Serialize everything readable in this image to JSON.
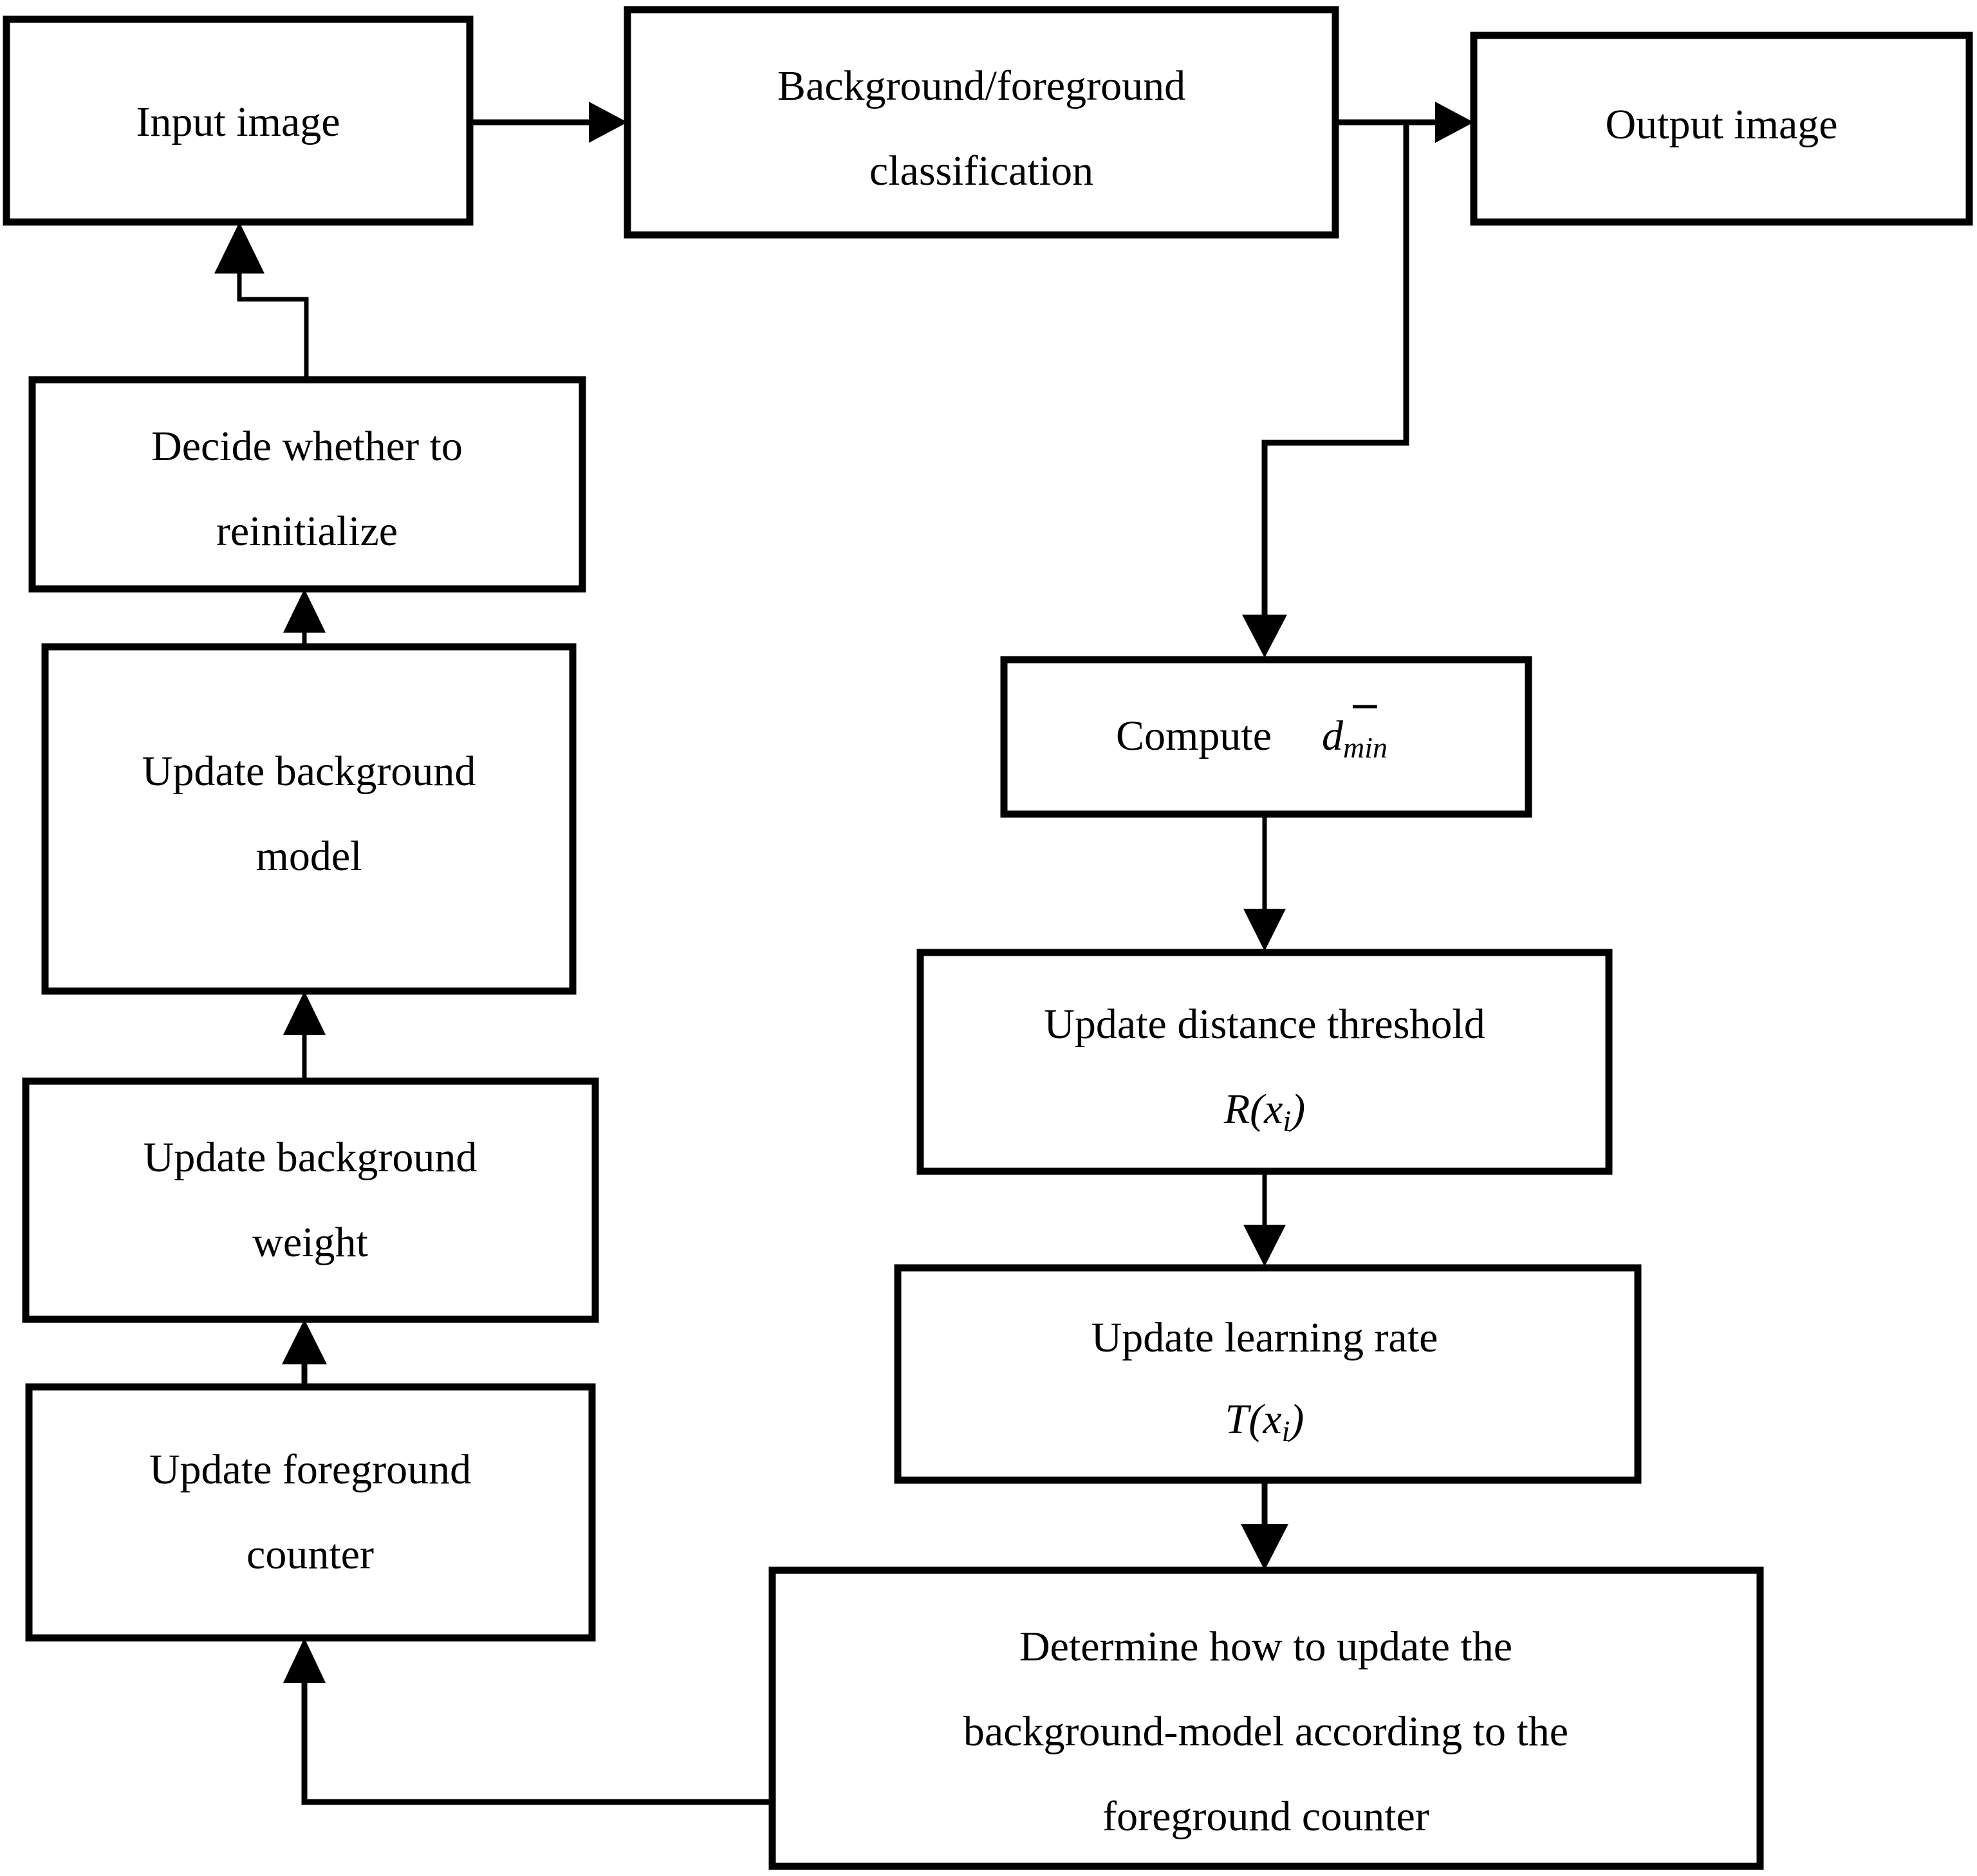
{
  "diagram": {
    "title": "Background subtraction algorithm flowchart",
    "type": "flowchart",
    "background_color": "#ffffff",
    "line_color": "#000000",
    "nodes": [
      {
        "id": "input-image",
        "label": "Input image",
        "lines": [
          "Input image"
        ]
      },
      {
        "id": "bg-fg-classification",
        "label": "Background/foreground classification",
        "lines": [
          "Background/foreground",
          "classification"
        ]
      },
      {
        "id": "output-image",
        "label": "Output image",
        "lines": [
          "Output image"
        ]
      },
      {
        "id": "decide-reinitialize",
        "label": "Decide whether to reinitialize",
        "lines": [
          "Decide whether to",
          "reinitialize"
        ]
      },
      {
        "id": "update-background-model",
        "label": "Update background model",
        "lines": [
          "Update background",
          "model"
        ]
      },
      {
        "id": "update-background-weight",
        "label": "Update background weight",
        "lines": [
          "Update background",
          "weight"
        ]
      },
      {
        "id": "update-foreground-counter",
        "label": "Update foreground counter",
        "lines": [
          "Update foreground",
          "counter"
        ]
      },
      {
        "id": "compute-dmin",
        "label": "Compute d̄min",
        "lines": [
          "Compute"
        ],
        "formula": "d̄_min"
      },
      {
        "id": "update-distance-threshold",
        "label": "Update distance threshold R(xi)",
        "lines": [
          "Update distance threshold"
        ],
        "formula": "R(x_i)"
      },
      {
        "id": "update-learning-rate",
        "label": "Update learning rate T(xi)",
        "lines": [
          "Update learning rate"
        ],
        "formula": "T(x_i)"
      },
      {
        "id": "determine-update-rule",
        "label": "Determine how to update the background-model according to the foreground counter",
        "lines": [
          "Determine how to update the",
          "background-model according to the",
          "foreground counter"
        ]
      }
    ],
    "edges": [
      {
        "from": "input-image",
        "to": "bg-fg-classification"
      },
      {
        "from": "bg-fg-classification",
        "to": "output-image"
      },
      {
        "from": "bg-fg-classification",
        "to": "compute-dmin"
      },
      {
        "from": "compute-dmin",
        "to": "update-distance-threshold"
      },
      {
        "from": "update-distance-threshold",
        "to": "update-learning-rate"
      },
      {
        "from": "update-learning-rate",
        "to": "determine-update-rule"
      },
      {
        "from": "determine-update-rule",
        "to": "update-foreground-counter"
      },
      {
        "from": "update-foreground-counter",
        "to": "update-background-weight"
      },
      {
        "from": "update-background-weight",
        "to": "update-background-model"
      },
      {
        "from": "update-background-model",
        "to": "decide-reinitialize"
      },
      {
        "from": "decide-reinitialize",
        "to": "input-image"
      }
    ]
  },
  "labels": {
    "input_image": "Input image",
    "classification_l1": "Background/foreground",
    "classification_l2": "classification",
    "output_image": "Output image",
    "decide_l1": "Decide whether to",
    "decide_l2": "reinitialize",
    "bgmodel_l1": "Update background",
    "bgmodel_l2": "model",
    "bgweight_l1": "Update background",
    "bgweight_l2": "weight",
    "fgcounter_l1": "Update foreground",
    "fgcounter_l2": "counter",
    "compute_word": "Compute",
    "compute_var": "d",
    "compute_sub": "min",
    "threshold_l1": "Update distance threshold",
    "threshold_fn": "R",
    "threshold_arg_open": "(",
    "threshold_arg_var": "x",
    "threshold_arg_sub": "i",
    "threshold_arg_close": ")",
    "learning_l1": "Update learning rate",
    "learning_fn": "T",
    "learning_arg_open": "(",
    "learning_arg_var": "x",
    "learning_arg_sub": "i",
    "learning_arg_close": ")",
    "determine_l1": "Determine how to update the",
    "determine_l2": "background-model according to the",
    "determine_l3": "foreground counter"
  }
}
